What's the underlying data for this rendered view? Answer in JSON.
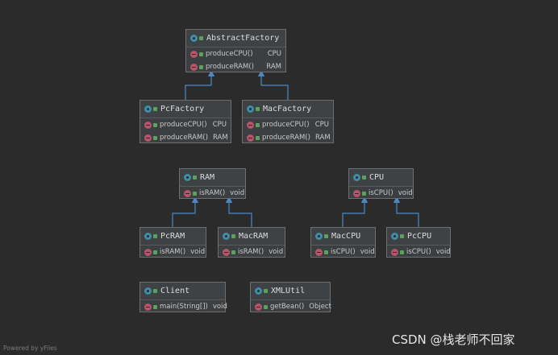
{
  "diagram": {
    "abstract_factory": {
      "name": "AbstractFactory",
      "methods": [
        {
          "name": "produceCPU()",
          "type": "CPU"
        },
        {
          "name": "produceRAM()",
          "type": "RAM"
        }
      ]
    },
    "pc_factory": {
      "name": "PcFactory",
      "methods": [
        {
          "name": "produceCPU()",
          "type": "CPU"
        },
        {
          "name": "produceRAM()",
          "type": "RAM"
        }
      ]
    },
    "mac_factory": {
      "name": "MacFactory",
      "methods": [
        {
          "name": "produceCPU()",
          "type": "CPU"
        },
        {
          "name": "produceRAM()",
          "type": "RAM"
        }
      ]
    },
    "ram": {
      "name": "RAM",
      "methods": [
        {
          "name": "isRAM()",
          "type": "void"
        }
      ]
    },
    "cpu": {
      "name": "CPU",
      "methods": [
        {
          "name": "isCPU()",
          "type": "void"
        }
      ]
    },
    "pc_ram": {
      "name": "PcRAM",
      "methods": [
        {
          "name": "isRAM()",
          "type": "void"
        }
      ]
    },
    "mac_ram": {
      "name": "MacRAM",
      "methods": [
        {
          "name": "isRAM()",
          "type": "void"
        }
      ]
    },
    "mac_cpu": {
      "name": "MacCPU",
      "methods": [
        {
          "name": "isCPU()",
          "type": "void"
        }
      ]
    },
    "pc_cpu": {
      "name": "PcCPU",
      "methods": [
        {
          "name": "isCPU()",
          "type": "void"
        }
      ]
    },
    "client": {
      "name": "Client",
      "methods": [
        {
          "name": "main(String[])",
          "type": "void"
        }
      ]
    },
    "xml_util": {
      "name": "XMLUtil",
      "methods": [
        {
          "name": "getBean()",
          "type": "Object"
        }
      ]
    }
  },
  "footer": "Powered by yFiles",
  "watermark": "CSDN @栈老师不回家",
  "colors": {
    "background": "#2b2b2b",
    "box": "#3c3f41",
    "border": "#6e6e6e",
    "arrow": "#4a88c7"
  }
}
